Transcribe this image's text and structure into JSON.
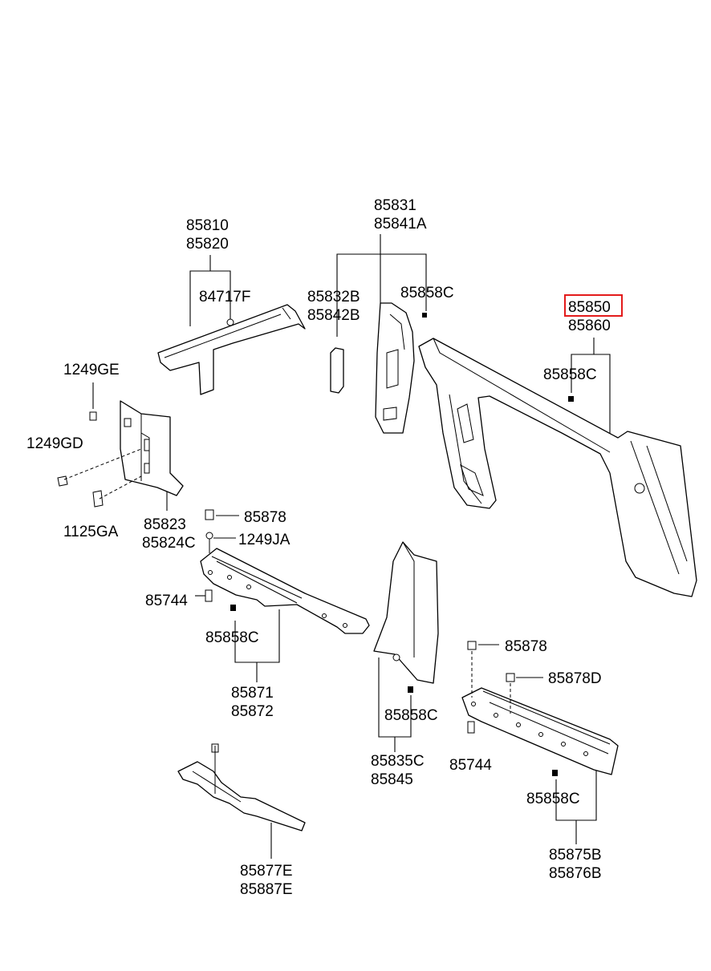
{
  "diagram": {
    "highlight_color": "#e31b1b",
    "labels": {
      "p85810": "85810",
      "p85820": "85820",
      "p84717F": "84717F",
      "p85831": "85831",
      "p85841A": "85841A",
      "p85832B": "85832B",
      "p85842B": "85842B",
      "p85858C_top": "85858C",
      "p85850": "85850",
      "p85860": "85860",
      "p85858C_right": "85858C",
      "p1249GE": "1249GE",
      "p1249GD": "1249GD",
      "p1125GA": "1125GA",
      "p85823": "85823",
      "p85824C": "85824C",
      "p85878_a": "85878",
      "p1249JA": "1249JA",
      "p85744_a": "85744",
      "p85858C_mid": "85858C",
      "p85871": "85871",
      "p85872": "85872",
      "p85858C_center": "85858C",
      "p85835C": "85835C",
      "p85845": "85845",
      "p85878_b": "85878",
      "p85878D": "85878D",
      "p85744_b": "85744",
      "p85858C_low": "85858C",
      "p85875B": "85875B",
      "p85876B": "85876B",
      "p85877E": "85877E",
      "p85887E": "85887E"
    }
  }
}
